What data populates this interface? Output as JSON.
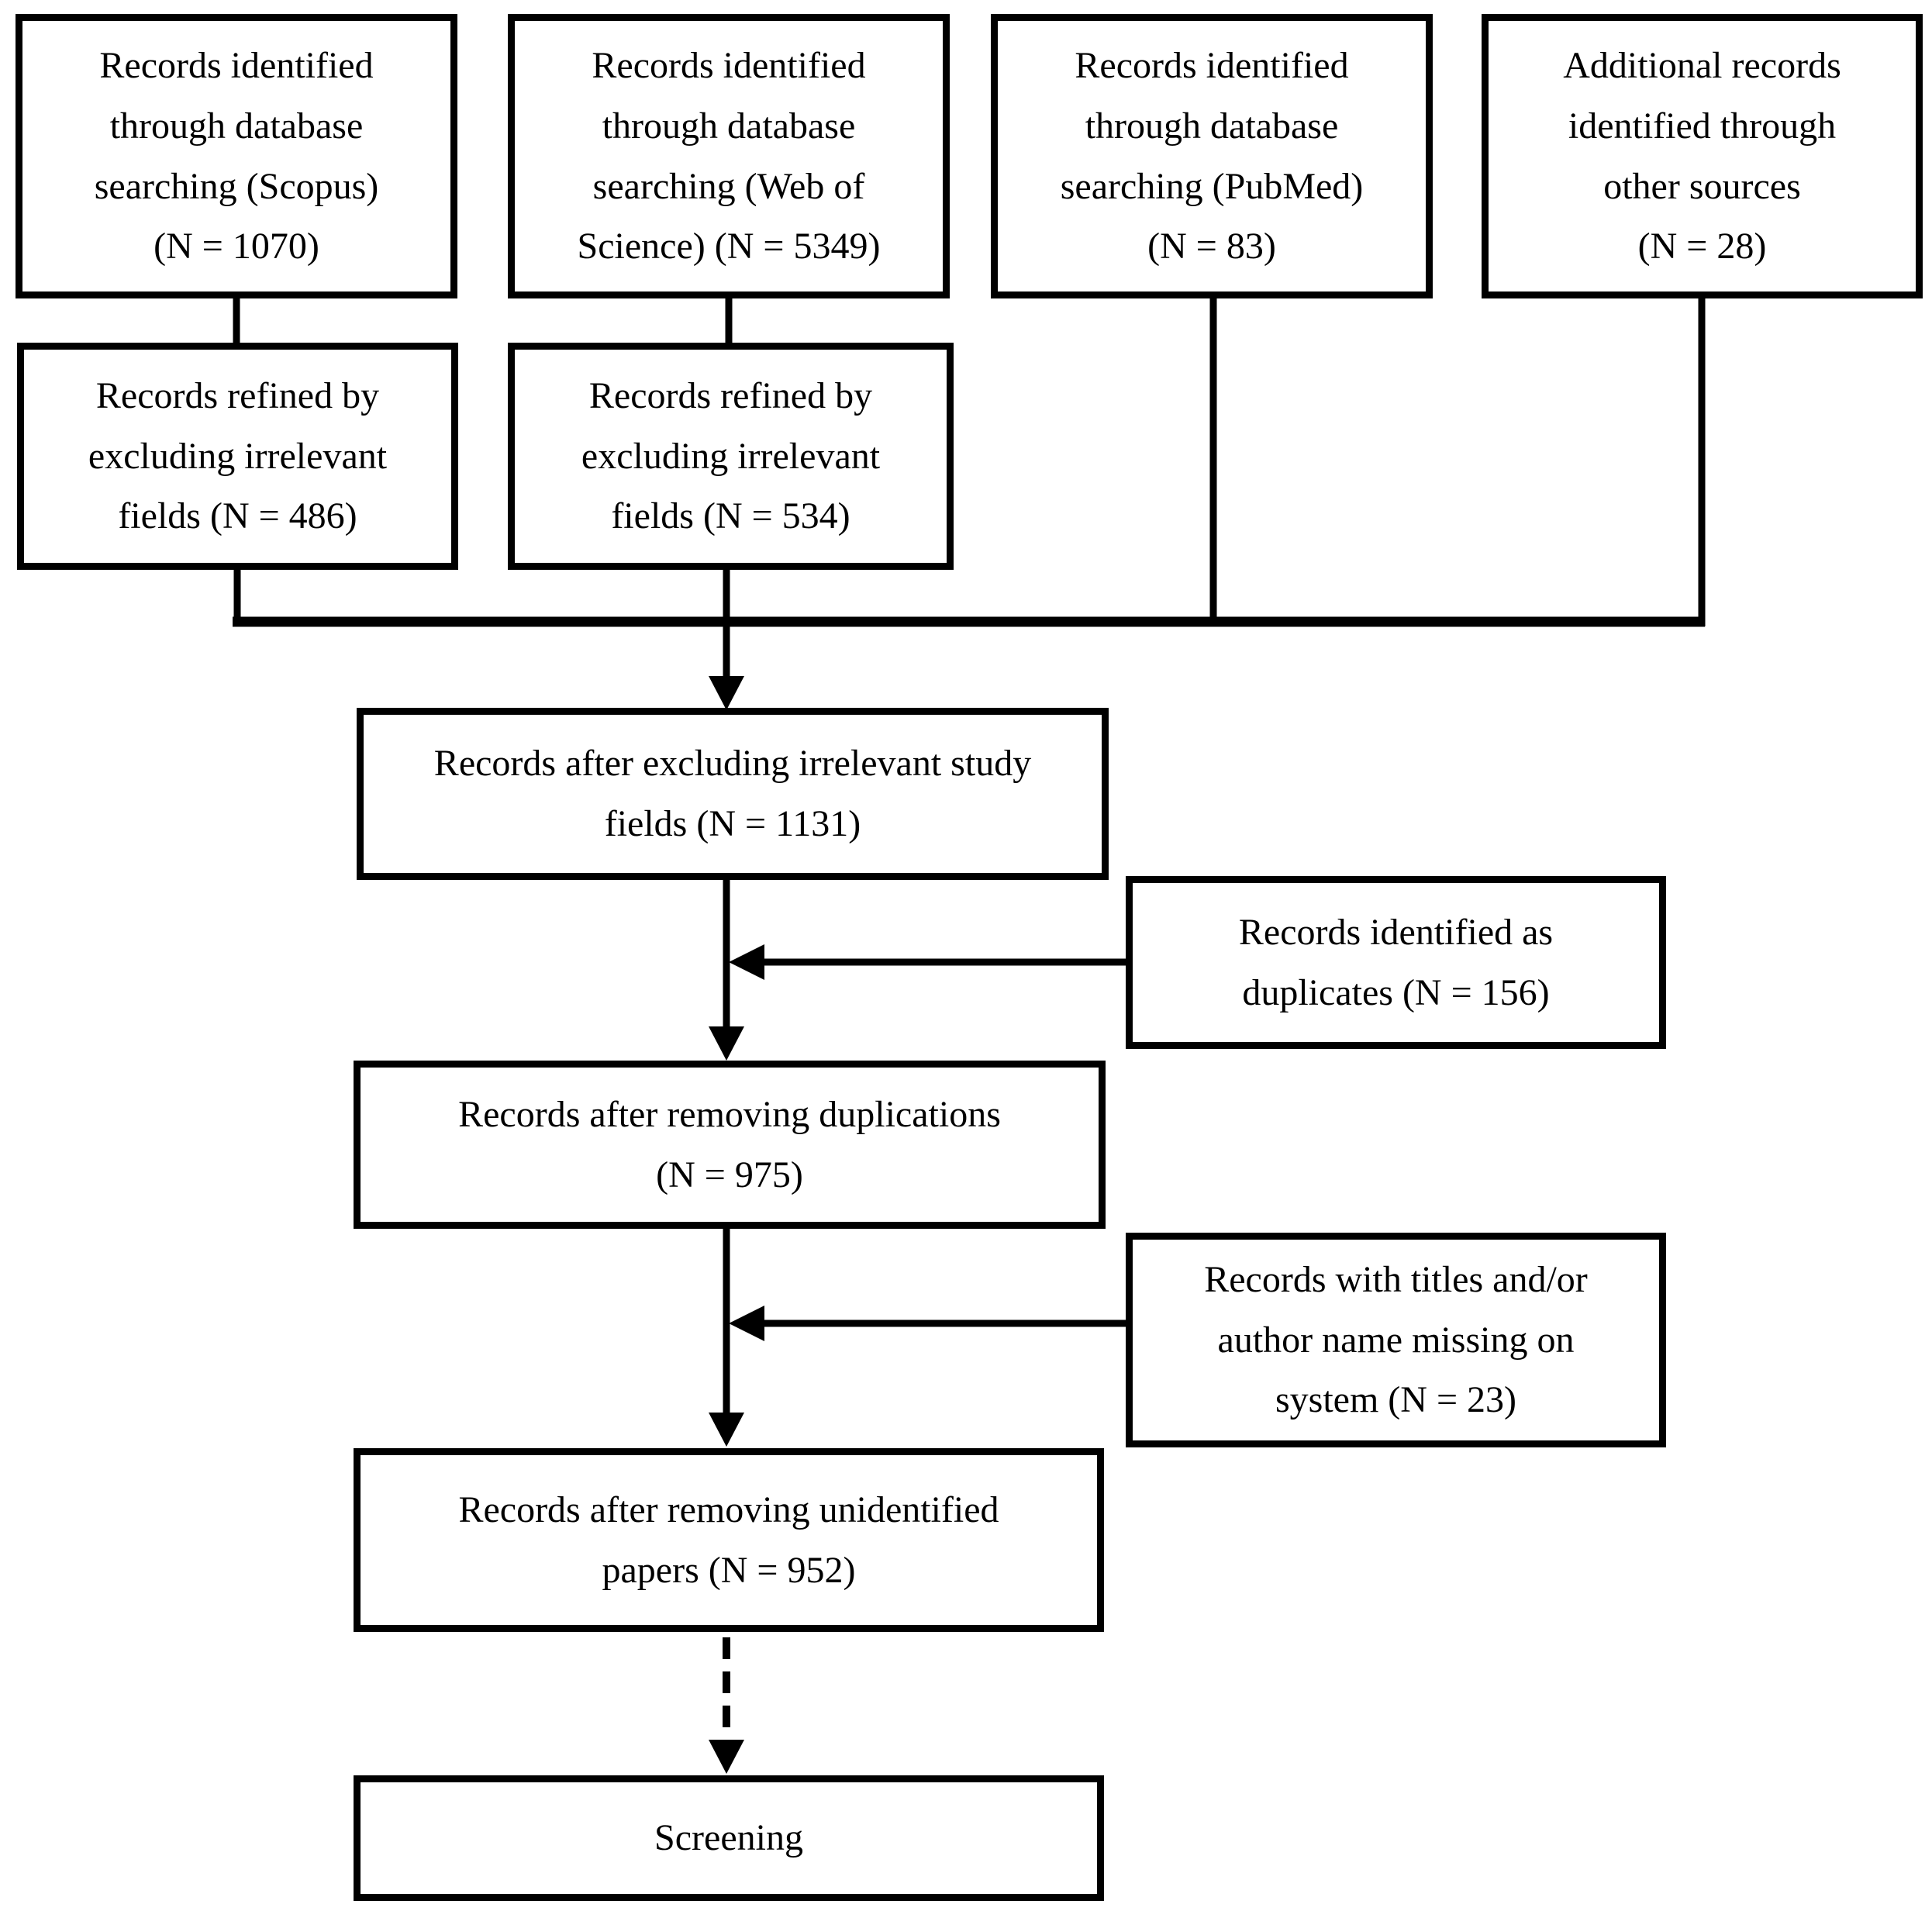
{
  "diagram": {
    "type": "flowchart",
    "colors": {
      "line": "#000000",
      "text": "#000000",
      "background": "#ffffff"
    },
    "nodes": {
      "scopus": {
        "label": "Records identified\nthrough database\nsearching (Scopus)\n(N = 1070)",
        "n": 1070
      },
      "wos": {
        "label": "Records identified\nthrough database\nsearching (Web of\nScience) (N = 5349)",
        "n": 5349
      },
      "pubmed": {
        "label": "Records identified\nthrough database\nsearching (PubMed)\n(N = 83)",
        "n": 83
      },
      "other": {
        "label": "Additional records\nidentified through\nother sources\n(N = 28)",
        "n": 28
      },
      "refined1": {
        "label": "Records refined by\nexcluding irrelevant\nfields (N = 486)",
        "n": 486
      },
      "refined2": {
        "label": "Records refined by\nexcluding irrelevant\nfields (N = 534)",
        "n": 534
      },
      "excluded": {
        "label": "Records after excluding irrelevant study\nfields (N = 1131)",
        "n": 1131
      },
      "duplicates": {
        "label": "Records identified as\nduplicates (N = 156)",
        "n": 156
      },
      "dedup": {
        "label": "Records after removing duplications\n(N = 975)",
        "n": 975
      },
      "missing": {
        "label": "Records with titles and/or\nauthor name missing on\nsystem (N = 23)",
        "n": 23
      },
      "unidentified": {
        "label": "Records after removing unidentified\npapers (N = 952)",
        "n": 952
      },
      "screening": {
        "label": "Screening"
      }
    },
    "edges": [
      {
        "from": "scopus",
        "to": "refined1",
        "style": "solid"
      },
      {
        "from": "wos",
        "to": "refined2",
        "style": "solid"
      },
      {
        "from": "refined1",
        "to": "excluded",
        "style": "solid"
      },
      {
        "from": "refined2",
        "to": "excluded",
        "style": "solid-arrow"
      },
      {
        "from": "pubmed",
        "to": "excluded",
        "style": "solid"
      },
      {
        "from": "other",
        "to": "excluded",
        "style": "solid"
      },
      {
        "from": "excluded",
        "to": "dedup",
        "style": "solid-arrow"
      },
      {
        "from": "duplicates",
        "to": "excluded-dedup-line",
        "style": "solid-arrow"
      },
      {
        "from": "dedup",
        "to": "unidentified",
        "style": "solid-arrow"
      },
      {
        "from": "missing",
        "to": "dedup-unidentified-line",
        "style": "solid-arrow"
      },
      {
        "from": "unidentified",
        "to": "screening",
        "style": "dashed-arrow"
      }
    ]
  }
}
